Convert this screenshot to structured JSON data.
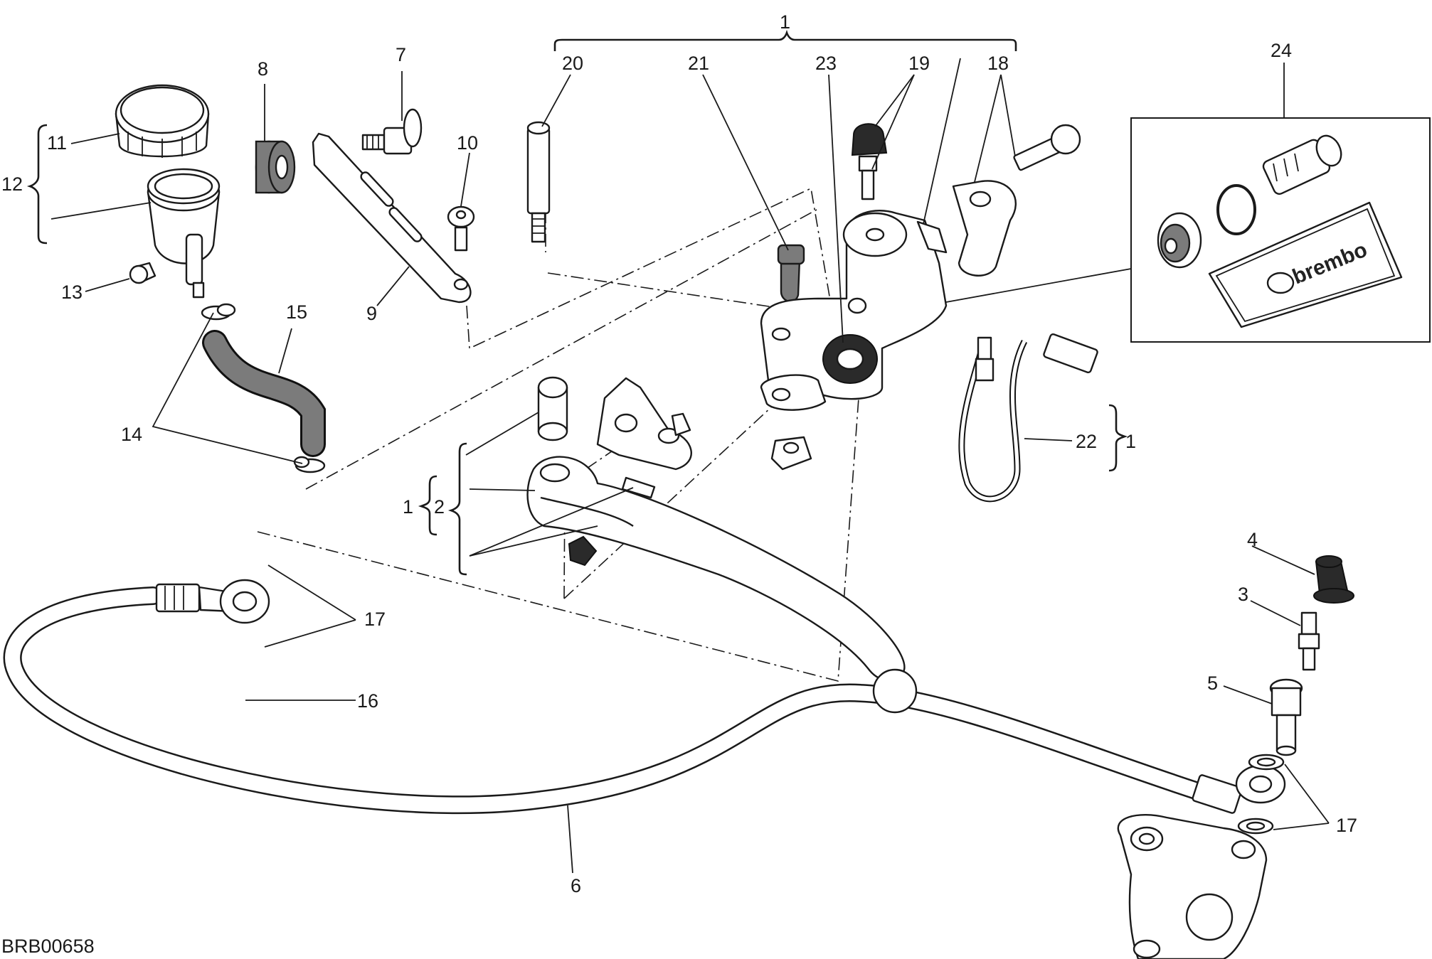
{
  "diagram": {
    "code": "BRB00658",
    "brand_text": "brembo",
    "callouts": {
      "c1": "1",
      "c2": "2",
      "c3": "3",
      "c4": "4",
      "c5": "5",
      "c6": "6",
      "c7": "7",
      "c8": "8",
      "c9": "9",
      "c10": "10",
      "c11": "11",
      "c12": "12",
      "c13": "13",
      "c14": "14",
      "c15": "15",
      "c16": "16",
      "c17": "17",
      "c18": "18",
      "c19": "19",
      "c20": "20",
      "c21": "21",
      "c22": "22",
      "c23": "23",
      "c24": "24"
    }
  }
}
